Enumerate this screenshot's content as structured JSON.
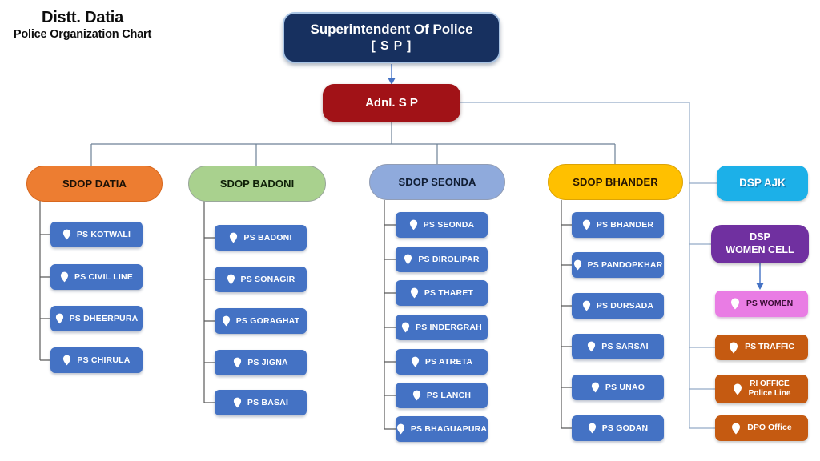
{
  "title": {
    "line1": "Distt. Datia",
    "line2": "Police Organization Chart"
  },
  "nodes": {
    "sp": {
      "line1": "Superintendent Of Police",
      "line2": "[ S P ]"
    },
    "adnl": {
      "label": "Adnl. S P"
    }
  },
  "divisions": [
    {
      "label": "SDOP DATIA",
      "bg": "#ED7D31",
      "border": "#D8681F",
      "text": "#1C1106",
      "stations": [
        "PS KOTWALI",
        "PS CIVIL LINE",
        "PS DHEERPURA",
        "PS CHIRULA"
      ]
    },
    {
      "label": "SDOP BADONI",
      "bg": "#A9D18E",
      "border": "#9AA79B",
      "text": "#0F2008",
      "stations": [
        "PS BADONI",
        "PS SONAGIR",
        "PS GORAGHAT",
        "PS JIGNA",
        "PS BASAI"
      ]
    },
    {
      "label": "SDOP SEONDA",
      "bg": "#8FAADC",
      "border": "#919DB5",
      "text": "#101D33",
      "stations": [
        "PS SEONDA",
        "PS DIROLIPAR",
        "PS THARET",
        "PS INDERGRAH",
        "PS ATRETA",
        "PS LANCH",
        "PS BHAGUAPURA"
      ]
    },
    {
      "label": "SDOP BHANDER",
      "bg": "#FFC000",
      "border": "#DCA306",
      "text": "#261402",
      "stations": [
        "PS BHANDER",
        "PS PANDOPKHAR",
        "PS DURSADA",
        "PS SARSAI",
        "PS UNAO",
        "PS GODAN"
      ]
    }
  ],
  "station_style": {
    "bg": "#4472C4",
    "icon": "location-pin",
    "text": "#FFFFFF"
  },
  "right_units": [
    {
      "lines": [
        "DSP AJK"
      ],
      "bg": "#1CB0E8",
      "text": "#FFFFFF",
      "pin": false
    },
    {
      "lines": [
        "DSP",
        "WOMEN CELL"
      ],
      "bg": "#7030A0",
      "text": "#FFFFFF",
      "pin": false
    },
    {
      "lines": [
        "PS WOMEN"
      ],
      "bg": "#E97CE4",
      "text": "#3A0D35",
      "pin": true
    },
    {
      "lines": [
        "PS TRAFFIC"
      ],
      "bg": "#C55A11",
      "text": "#FFFFFF",
      "pin": true
    },
    {
      "lines": [
        "RI OFFICE",
        "Police Line"
      ],
      "bg": "#C55A11",
      "text": "#FFFFFF",
      "pin": true
    },
    {
      "lines": [
        "DPO Office"
      ],
      "bg": "#C55A11",
      "text": "#FFFFFF",
      "pin": true
    }
  ],
  "colors": {
    "sp_bg": "#17305F",
    "adnl_bg": "#A11217",
    "connector_main": "#6D8196",
    "connector_sub": "#5A5A5A",
    "connector_right": "#93AAC6",
    "arrow": "#4472C4"
  }
}
